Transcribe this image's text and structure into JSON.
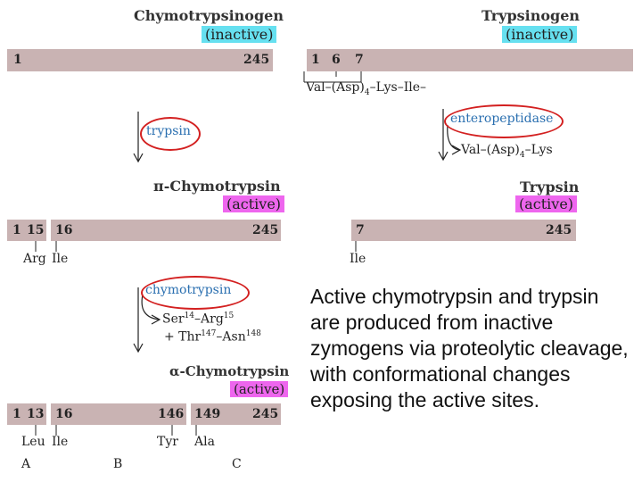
{
  "chymotrypsinogen": {
    "title": "Chymotrypsinogen",
    "state": "(inactive)",
    "bar_start": "1",
    "bar_end": "245"
  },
  "trypsinogen": {
    "title": "Trypsinogen",
    "state": "(inactive)",
    "bar_pos_1": "1",
    "bar_pos_6": "6",
    "bar_pos_7": "7",
    "peptide_a": "Val–(Asp)",
    "peptide_sub": "4",
    "peptide_b": "–Lys–Ile–"
  },
  "enteropeptidase": {
    "label": "enteropeptidase",
    "product_a": "Val–(Asp)",
    "product_sub": "4",
    "product_b": "–Lys"
  },
  "trypsin_step": {
    "label": "trypsin"
  },
  "pi_chymotrypsin": {
    "title": "π-Chymotrypsin",
    "state": "(active)",
    "n1": "1",
    "n2": "15",
    "n3": "16",
    "n4": "245",
    "res1": "Arg",
    "res2": "Ile"
  },
  "trypsin": {
    "title": "Trypsin",
    "state": "(active)",
    "n1": "7",
    "n2": "245",
    "res1": "Ile"
  },
  "chymotrypsin_step": {
    "label": "chymotrypsin",
    "released1_a": "Ser",
    "released1_sup1": "14",
    "released1_b": "–Arg",
    "released1_sup2": "15",
    "released2_a": "+ Thr",
    "released2_sup1": "147",
    "released2_b": "–Asn",
    "released2_sup2": "148"
  },
  "alpha_chymotrypsin": {
    "title": "α-Chymotrypsin",
    "state": "(active)",
    "n1": "1",
    "n2": "13",
    "n3": "16",
    "n4": "146",
    "n5": "149",
    "n6": "245",
    "res1": "Leu",
    "res2": "Ile",
    "res3": "Tyr",
    "res4": "Ala"
  },
  "chain_labels": [
    "A",
    "B",
    "C"
  ],
  "caption": "Active chymotrypsin and trypsin are produced from inactive zymogens via proteolytic cleavage, with conformational changes exposing the active sites.",
  "colors": {
    "bar": "#c9b3b3",
    "inactive_highlight": "#66e0f0",
    "active_highlight": "#ee66ee",
    "enzyme_text": "#2a6fb0",
    "circle": "#d32020"
  }
}
